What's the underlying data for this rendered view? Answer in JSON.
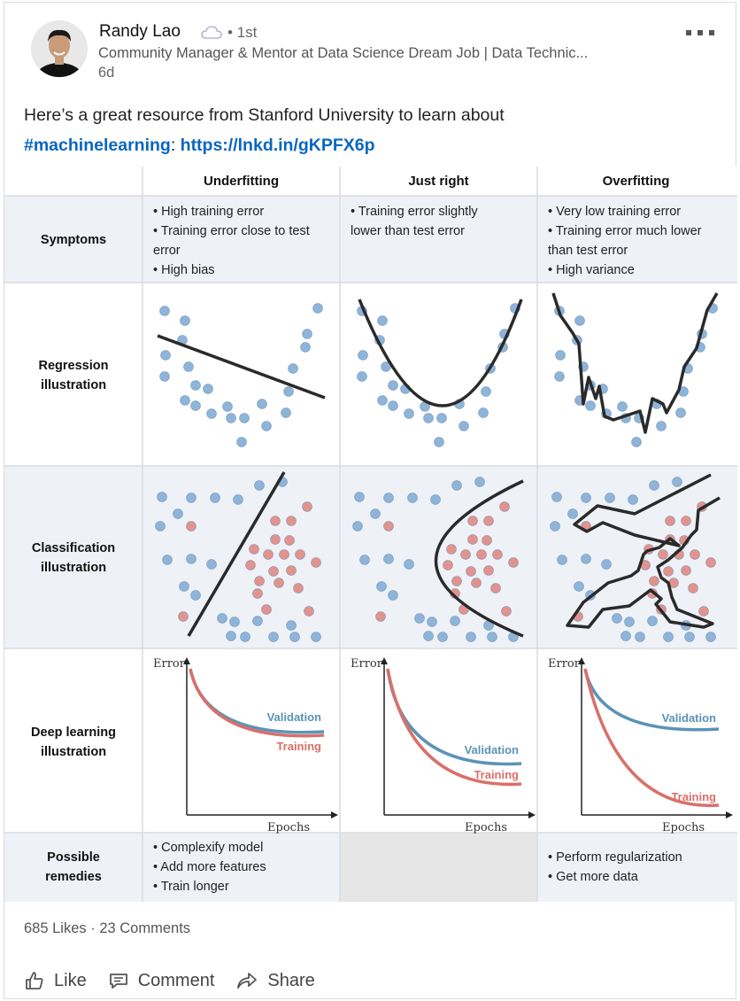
{
  "post": {
    "author": "Randy Lao",
    "degree": "• 1st",
    "headline": "Community Manager & Mentor at Data Science Dream Job | Data Technic...",
    "time": "6d",
    "text_line1": "Here’s a great resource from Stanford University to learn about",
    "hashtag": "#machinelearning",
    "separator": ":",
    "link": "https://lnkd.in/gKPFX6p"
  },
  "table": {
    "columns": [
      "Underfitting",
      "Just right",
      "Overfitting"
    ],
    "rows": [
      {
        "label": [
          "Symptoms"
        ]
      },
      {
        "label": [
          "Regression",
          "illustration"
        ]
      },
      {
        "label": [
          "Classification",
          "illustration"
        ]
      },
      {
        "label": [
          "Deep learning",
          "illustration"
        ]
      },
      {
        "label": [
          "Possible",
          "remedies"
        ]
      }
    ],
    "symptoms": {
      "underfitting": [
        "• High training error",
        "• Training error close to test",
        "error",
        "• High bias"
      ],
      "just_right": [
        "• Training error slightly",
        "lower than test error"
      ],
      "overfitting": [
        "• Very low training error",
        "• Training error much lower",
        "than test error",
        "• High variance"
      ]
    },
    "remedies": {
      "underfitting": [
        "• Complexify model",
        "• Add more features",
        "• Train longer"
      ],
      "overfitting": [
        "• Perform regularization",
        "• Get more data"
      ]
    },
    "dl_axes": {
      "y": "Error",
      "x": "Epochs"
    },
    "dl_series": {
      "validation": "Validation",
      "training": "Training"
    }
  },
  "colors": {
    "blue_point": "#8fb4d9",
    "red_point": "#e2938e",
    "validation": "#5b93b8",
    "training": "#d9706a",
    "link": "#0a66c2"
  },
  "stats": {
    "likes": "685 Likes",
    "sep": "·",
    "comments": "23 Comments"
  },
  "actions": {
    "like": "Like",
    "comment": "Comment",
    "share": "Share"
  }
}
